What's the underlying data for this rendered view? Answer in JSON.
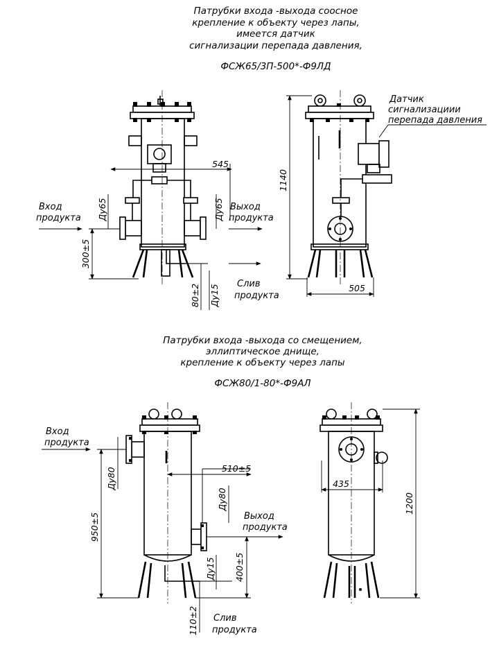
{
  "top_section": {
    "caption_lines": [
      "Патрубки входа -выхода соосное",
      "крепление к объекту через лапы,",
      "имеется датчик",
      "сигнализации перепада давления,"
    ],
    "model": "ФСЖ65/3П-500*-Ф9ЛД",
    "front_view": {
      "inlet_label_1": "Вход",
      "inlet_label_2": "продукта",
      "outlet_label_1": "Выход",
      "outlet_label_2": "продукта",
      "drain_label_1": "Слив",
      "drain_label_2": "продукта",
      "dim_width": "545",
      "dim_inlet_dn": "Ду65",
      "dim_outlet_dn": "Ду65",
      "dim_nozzle_height": "300±5",
      "dim_drain_height": "80±2",
      "dim_drain_dn": "Ду15"
    },
    "side_view": {
      "sensor_label_1": "Датчик",
      "sensor_label_2": "сигнализациии",
      "sensor_label_3": "перепада давления",
      "dim_height": "1140",
      "dim_width": "505"
    }
  },
  "bottom_section": {
    "caption_lines": [
      "Патрубки входа -выхода со смещением,",
      "эллиптическое днище,",
      "крепление к объекту через лапы"
    ],
    "model": "ФСЖ80/1-80*-Ф9АЛ",
    "front_view": {
      "inlet_label_1": "Вход",
      "inlet_label_2": "продукта",
      "outlet_label_1": "Выход",
      "outlet_label_2": "продукта",
      "drain_label_1": "Слив",
      "drain_label_2": "продукта",
      "dim_width": "510±5",
      "dim_inlet_dn": "Ду80",
      "dim_outlet_dn": "Ду80",
      "dim_inlet_height": "950±5",
      "dim_outlet_height": "400±5",
      "dim_drain_dn": "Ду15",
      "dim_drain_height": "110±2"
    },
    "side_view": {
      "dim_width": "435",
      "dim_height": "1200"
    }
  }
}
